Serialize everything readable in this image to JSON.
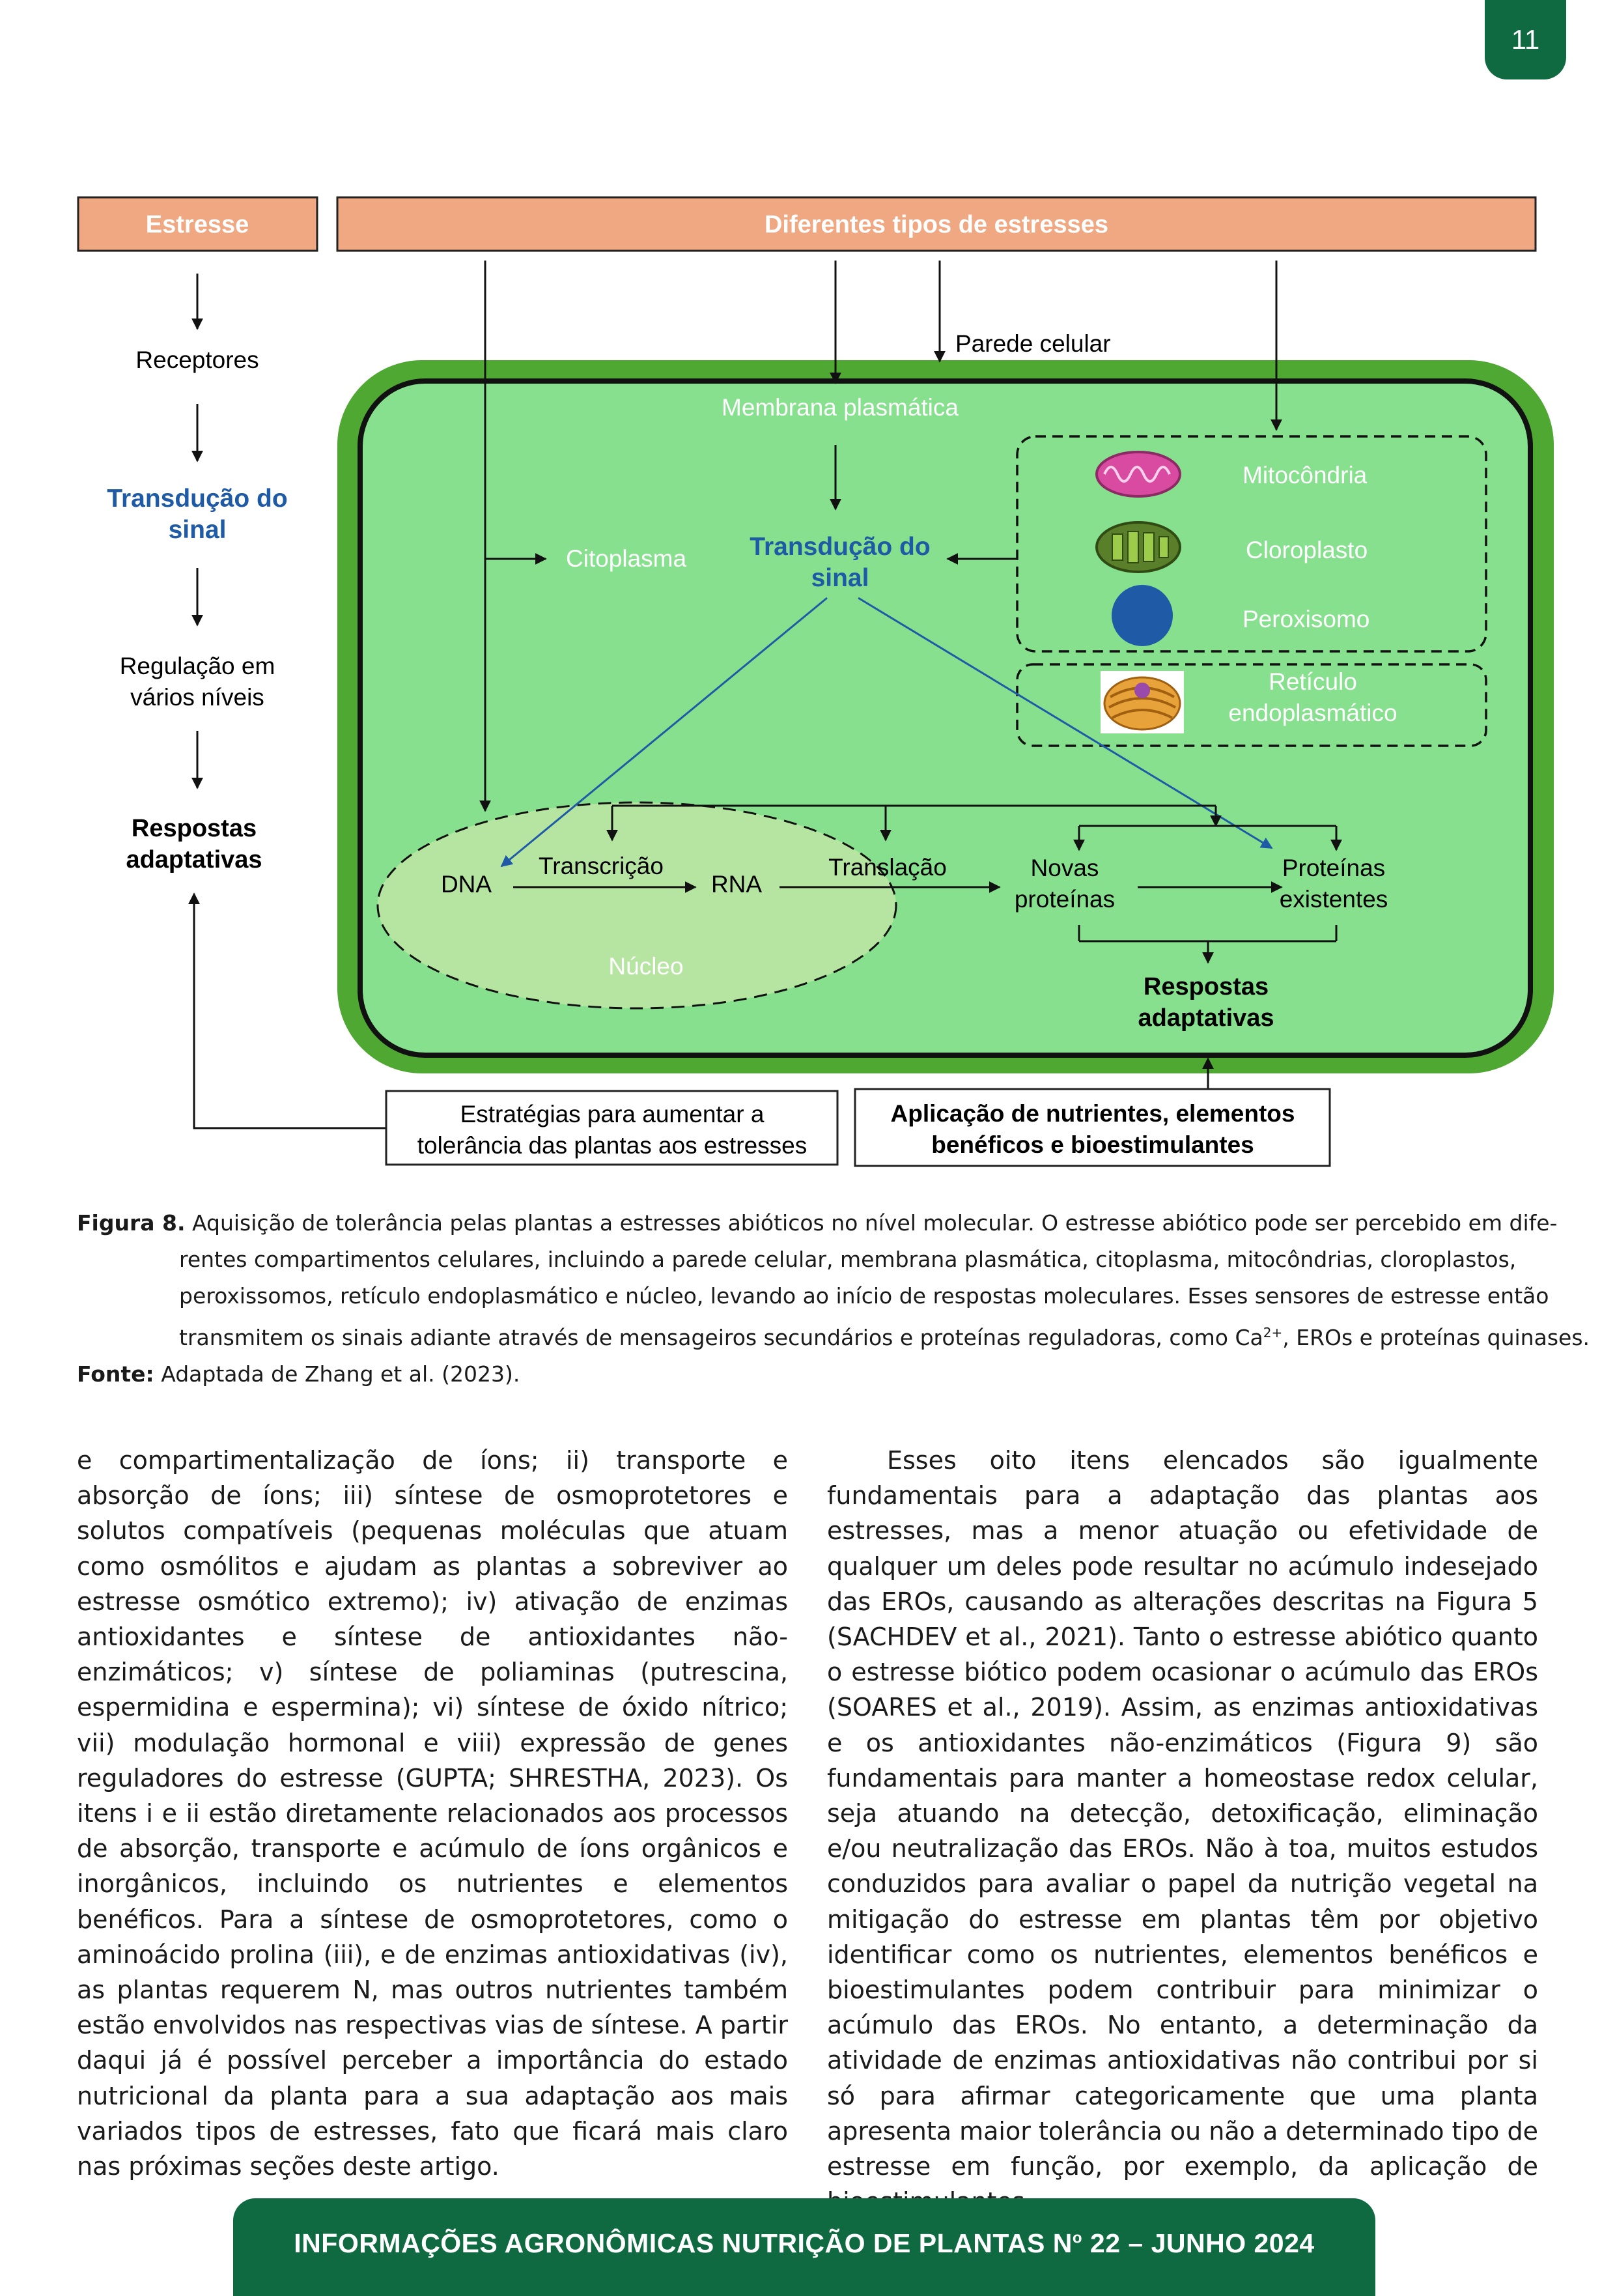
{
  "page_number": "11",
  "figure": {
    "stress_box": "Estresse",
    "stress_types_box": "Diferentes tipos de estresses",
    "left_flow": {
      "receptors": "Receptores",
      "transduction_line1": "Transdução do",
      "transduction_line2": "sinal",
      "regulation_line1": "Regulação em",
      "regulation_line2": "vários níveis",
      "responses_line1": "Respostas",
      "responses_line2": "adaptativas"
    },
    "cell": {
      "cell_wall": "Parede celular",
      "plasma_membrane": "Membrana plasmática",
      "cytoplasm": "Citoplasma",
      "transduction_line1": "Transdução do",
      "transduction_line2": "sinal",
      "mitochondria": "Mitocôndria",
      "chloroplast": "Cloroplasto",
      "peroxisome": "Peroxisomo",
      "er_line1": "Retículo",
      "er_line2": "endoplasmático",
      "dna": "DNA",
      "transcription": "Transcrição",
      "rna": "RNA",
      "translation": "Translação",
      "new_proteins_line1": "Novas",
      "new_proteins_line2": "proteínas",
      "existing_proteins_line1": "Proteínas",
      "existing_proteins_line2": "existentes",
      "nucleus": "Núcleo",
      "responses_line1": "Respostas",
      "responses_line2": "adaptativas"
    },
    "strategies_line1": "Estratégias para aumentar a",
    "strategies_line2": "tolerância das plantas aos estresses",
    "application_line1": "Aplicação de nutrientes, elementos",
    "application_line2": "benéficos e bioestimulantes"
  },
  "caption": {
    "label": "Figura 8.",
    "line1": "Aquisição de tolerância pelas plantas a estresses abióticos no nível molecular. O estresse abiótico pode ser percebido em dife-",
    "line2": "rentes compartimentos celulares, incluindo a parede celular, membrana plasmática, citoplasma, mitocôndrias, cloroplastos,",
    "line3": "peroxissomos, retículo endoplasmático e núcleo, levando ao início de respostas moleculares. Esses sensores de estresse então",
    "line4a": "transmitem os sinais adiante através de mensageiros secundários e proteínas reguladoras, como Ca",
    "line4_sup": "2+",
    "line4b": ", EROs e proteínas quinases.",
    "source_label": "Fonte:",
    "source_text": "Adaptada de Zhang et al. (2023)."
  },
  "body": {
    "left_paragraph": "e compartimentalização de íons; ii) transporte e absorção de íons; iii) síntese de osmoprotetores e solutos compatíveis (pequenas moléculas que atuam como osmólitos e ajudam as plantas a sobreviver ao estresse osmótico extremo); iv) ativação de enzimas antioxidantes e síntese de antioxidantes não-enzimáticos; v) síntese de poliaminas (putrescina, espermidina e espermina); vi) síntese de óxido nítrico; vii) modulação hormonal e viii) expressão de genes reguladores do estresse (GUPTA; SHRESTHA, 2023). Os itens i e ii estão diretamente relacionados aos processos de absorção, transporte e acúmulo de íons orgânicos e inorgânicos, incluindo os nutrientes e elementos benéficos. Para a síntese de osmoprotetores, como o aminoácido prolina (iii), e de enzimas antioxidativas (iv), as plantas requerem N, mas outros nutrientes também estão envolvidos nas respectivas vias de síntese. A partir daqui já é possível perceber a importância do estado nutricional da planta para a sua adaptação aos mais variados tipos de estresses, fato que ficará mais claro nas próximas seções deste artigo.",
    "right_paragraph": "Esses oito itens elencados são igualmente fundamentais para a adaptação das plantas aos estresses, mas a menor atuação ou efetividade de qualquer um deles pode resultar no acúmulo indesejado das EROs, causando as alterações descritas na Figura 5 (SACHDEV et al., 2021). Tanto o estresse abiótico quanto o estresse biótico podem ocasionar o acúmulo das EROs (SOARES et al., 2019). Assim, as enzimas antioxidativas e os antioxidantes não-enzimáticos (Figura 9) são fundamentais para manter a homeostase redox celular, seja atuando na detecção, detoxificação, eliminação e/ou neutralização das EROs. Não à toa, muitos estudos conduzidos para avaliar o papel da nutrição vegetal na mitigação do estresse em plantas têm por objetivo identificar como os nutrientes, elementos benéficos e bioestimulantes podem contribuir para minimizar o acúmulo das EROs. No entanto, a determinação da atividade de enzimas antioxidativas não contribui por si só para afirmar categoricamente que uma planta apresenta maior tolerância ou não a determinado tipo de estresse em função, por exemplo, da aplicação de bioestimulantes."
  },
  "footer": {
    "text_before_sup": "INFORMAÇÕES AGRONÔMICAS NUTRIÇÃO DE PLANTAS N",
    "sup": "o",
    "text_after_sup": " 22 – JUNHO 2024"
  },
  "colors": {
    "brand_green": "#0f6a42",
    "header_box": "#f0a882",
    "cell_outer": "#4ea832",
    "cell_inner": "#86e08e",
    "nucleus": "#b6e5a2",
    "signal_blue": "#1f5aa6"
  }
}
